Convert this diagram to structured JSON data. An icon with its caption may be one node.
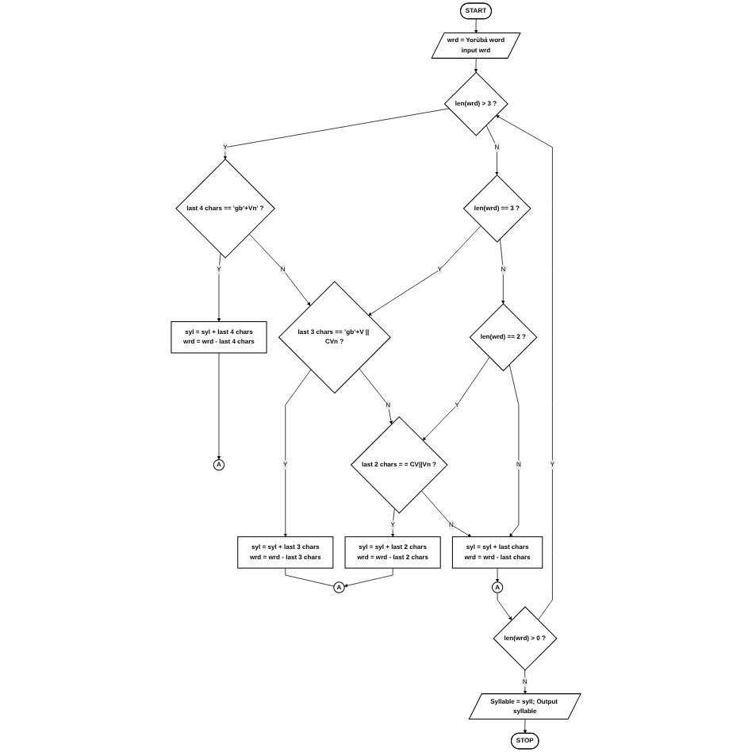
{
  "diagram": {
    "nodes": [
      {
        "text": [
          "START"
        ]
      },
      {
        "text": [
          "wrd = Yorùbá word",
          "input wrd"
        ]
      },
      {
        "text": [
          "len(wrd) > 3 ?"
        ]
      },
      {
        "text": [
          "last 4 chars == ‘gb’+Vn’ ?"
        ]
      },
      {
        "text": [
          "syl = syl + last 4 chars",
          "wrd = wrd - last 4 chars"
        ]
      },
      {
        "text": [
          "A"
        ]
      },
      {
        "text": [
          "len(wrd) == 3 ?"
        ]
      },
      {
        "text": [
          "last 3 chars == ’gb’+V || CVn ?"
        ]
      },
      {
        "text": [
          "syl = syl + last 3 chars",
          "wrd = wrd - last 3 chars"
        ]
      },
      {
        "text": [
          "A"
        ]
      },
      {
        "text": [
          "len(wrd) == 2 ?"
        ]
      },
      {
        "text": [
          "last 2 chars = = CV||Vn ?"
        ]
      },
      {
        "text": [
          "syl = syl + last 2 chars",
          "wrd = wrd - last 2 chars"
        ]
      },
      {
        "text": [
          "syl = syl + last chars",
          "wrd = wrd - last chars"
        ]
      },
      {
        "text": [
          "A"
        ]
      },
      {
        "text": [
          "len(wrd) > 0 ?"
        ]
      },
      {
        "text": [
          "Syllable = syll; Output syllable"
        ]
      },
      {
        "text": [
          "STOP"
        ]
      }
    ],
    "edges": [
      {
        "from": 0,
        "to": 1,
        "arrow": "to"
      },
      {
        "from": 1,
        "to": 2,
        "arrow": "to"
      },
      {
        "from": 2,
        "to": 3,
        "label": "Y",
        "arrow": "to"
      },
      {
        "from": 3,
        "to": 4,
        "label": "Y",
        "arrow": "to"
      },
      {
        "from": 4,
        "to": 5,
        "arrow": "to"
      },
      {
        "from": 2,
        "to": 6,
        "label": "N",
        "arrow": "to"
      },
      {
        "from": 3,
        "to": 7,
        "label": "N",
        "arrow": "to"
      },
      {
        "from": 6,
        "to": 7,
        "label": "Y",
        "arrow": "to"
      },
      {
        "from": 7,
        "to": 8,
        "label": "Y",
        "arrow": "to"
      },
      {
        "from": 8,
        "to": 9,
        "arrow": "none"
      },
      {
        "from": 12,
        "to": 9,
        "arrow": "to"
      },
      {
        "from": 6,
        "to": 10,
        "label": "N",
        "arrow": "to"
      },
      {
        "from": 7,
        "to": 11,
        "label": "N",
        "arrow": "to"
      },
      {
        "from": 10,
        "to": 11,
        "label": "Y",
        "arrow": "to"
      },
      {
        "from": 11,
        "to": 12,
        "label": "Y",
        "arrow": "to"
      },
      {
        "from": 10,
        "to": 13,
        "label": "N",
        "arrow": "to"
      },
      {
        "from": 11,
        "to": 13,
        "label": "N",
        "arrow": "to"
      },
      {
        "from": 13,
        "to": 14,
        "arrow": "to"
      },
      {
        "from": 14,
        "to": 15,
        "arrow": "to"
      },
      {
        "from": 15,
        "to": 2,
        "label": "Y",
        "arrow": "to"
      },
      {
        "from": 15,
        "to": 16,
        "label": "N",
        "arrow": "to"
      },
      {
        "from": 16,
        "to": 17,
        "arrow": "to"
      }
    ]
  }
}
